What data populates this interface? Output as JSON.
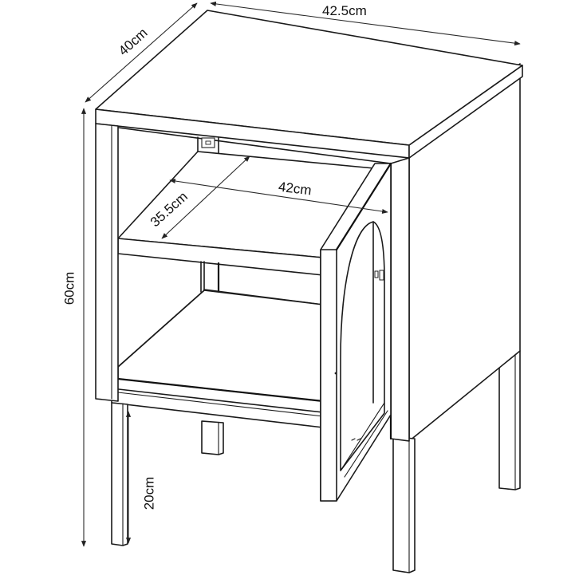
{
  "diagram": {
    "subject": "bedside cabinet with open arched door",
    "dimensions": {
      "width_top": "42.5cm",
      "depth_top": "40cm",
      "height_total": "60cm",
      "shelf_width": "42cm",
      "shelf_depth": "35.5cm",
      "leg_height": "20cm"
    },
    "colors": {
      "line": "#1a1a1a",
      "background": "#ffffff"
    }
  }
}
